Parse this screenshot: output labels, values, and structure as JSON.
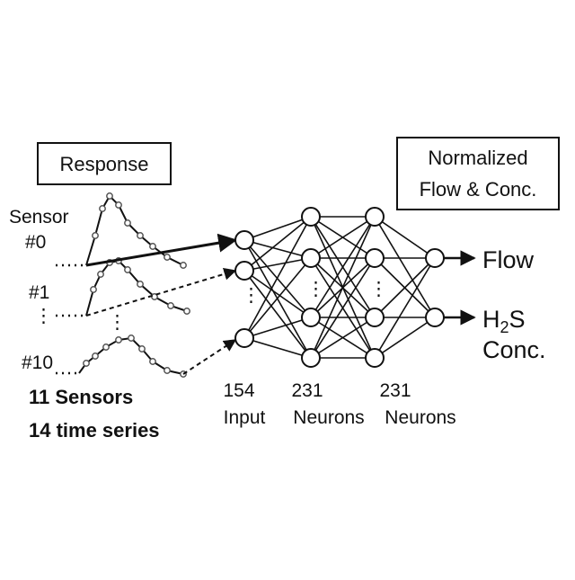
{
  "response_box": {
    "label": "Response"
  },
  "output_box": {
    "line1": "Normalized",
    "line2": "Flow & Conc."
  },
  "sensors": {
    "heading": "Sensor",
    "first": "#0",
    "second": "#1",
    "last": "#10"
  },
  "summary": {
    "line1": "11 Sensors",
    "line2": "14 time series"
  },
  "layers": {
    "input": {
      "count": "154",
      "name": "Input"
    },
    "hidden1": {
      "count": "231",
      "name": "Neurons"
    },
    "hidden2": {
      "count": "231",
      "name": "Neurons"
    }
  },
  "outputs": {
    "flow": "Flow",
    "h2s_main": "H",
    "h2s_sub": "2",
    "h2s_tail": "S",
    "conc": "Conc."
  }
}
